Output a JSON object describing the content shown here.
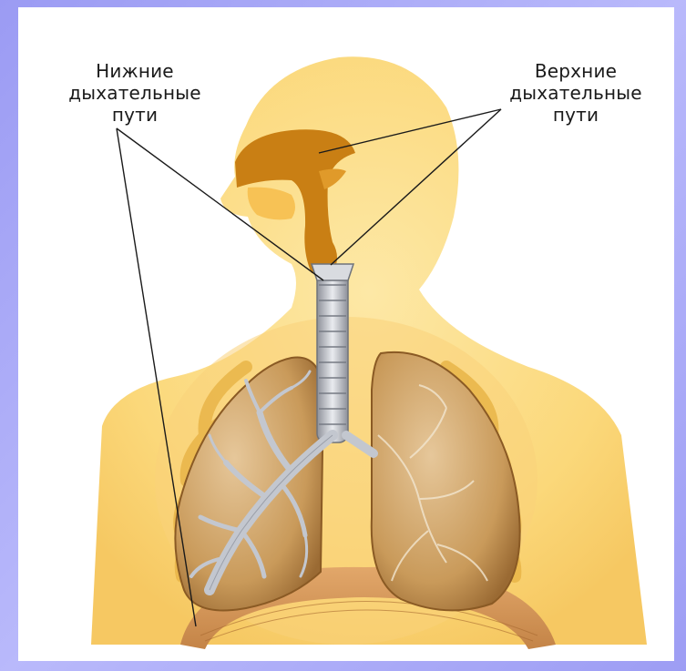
{
  "labels": {
    "lower": [
      "Нижние",
      "дыхательные",
      "пути"
    ],
    "upper": [
      "Верхние",
      "дыхательные",
      "пути"
    ]
  },
  "colors": {
    "background": "#a8a8f7",
    "body": "#fbdc84",
    "airway": "#c97f14",
    "lung": "#c99a5a",
    "trachea": "#b9bcc3",
    "leader_line": "#1a1a1a"
  }
}
